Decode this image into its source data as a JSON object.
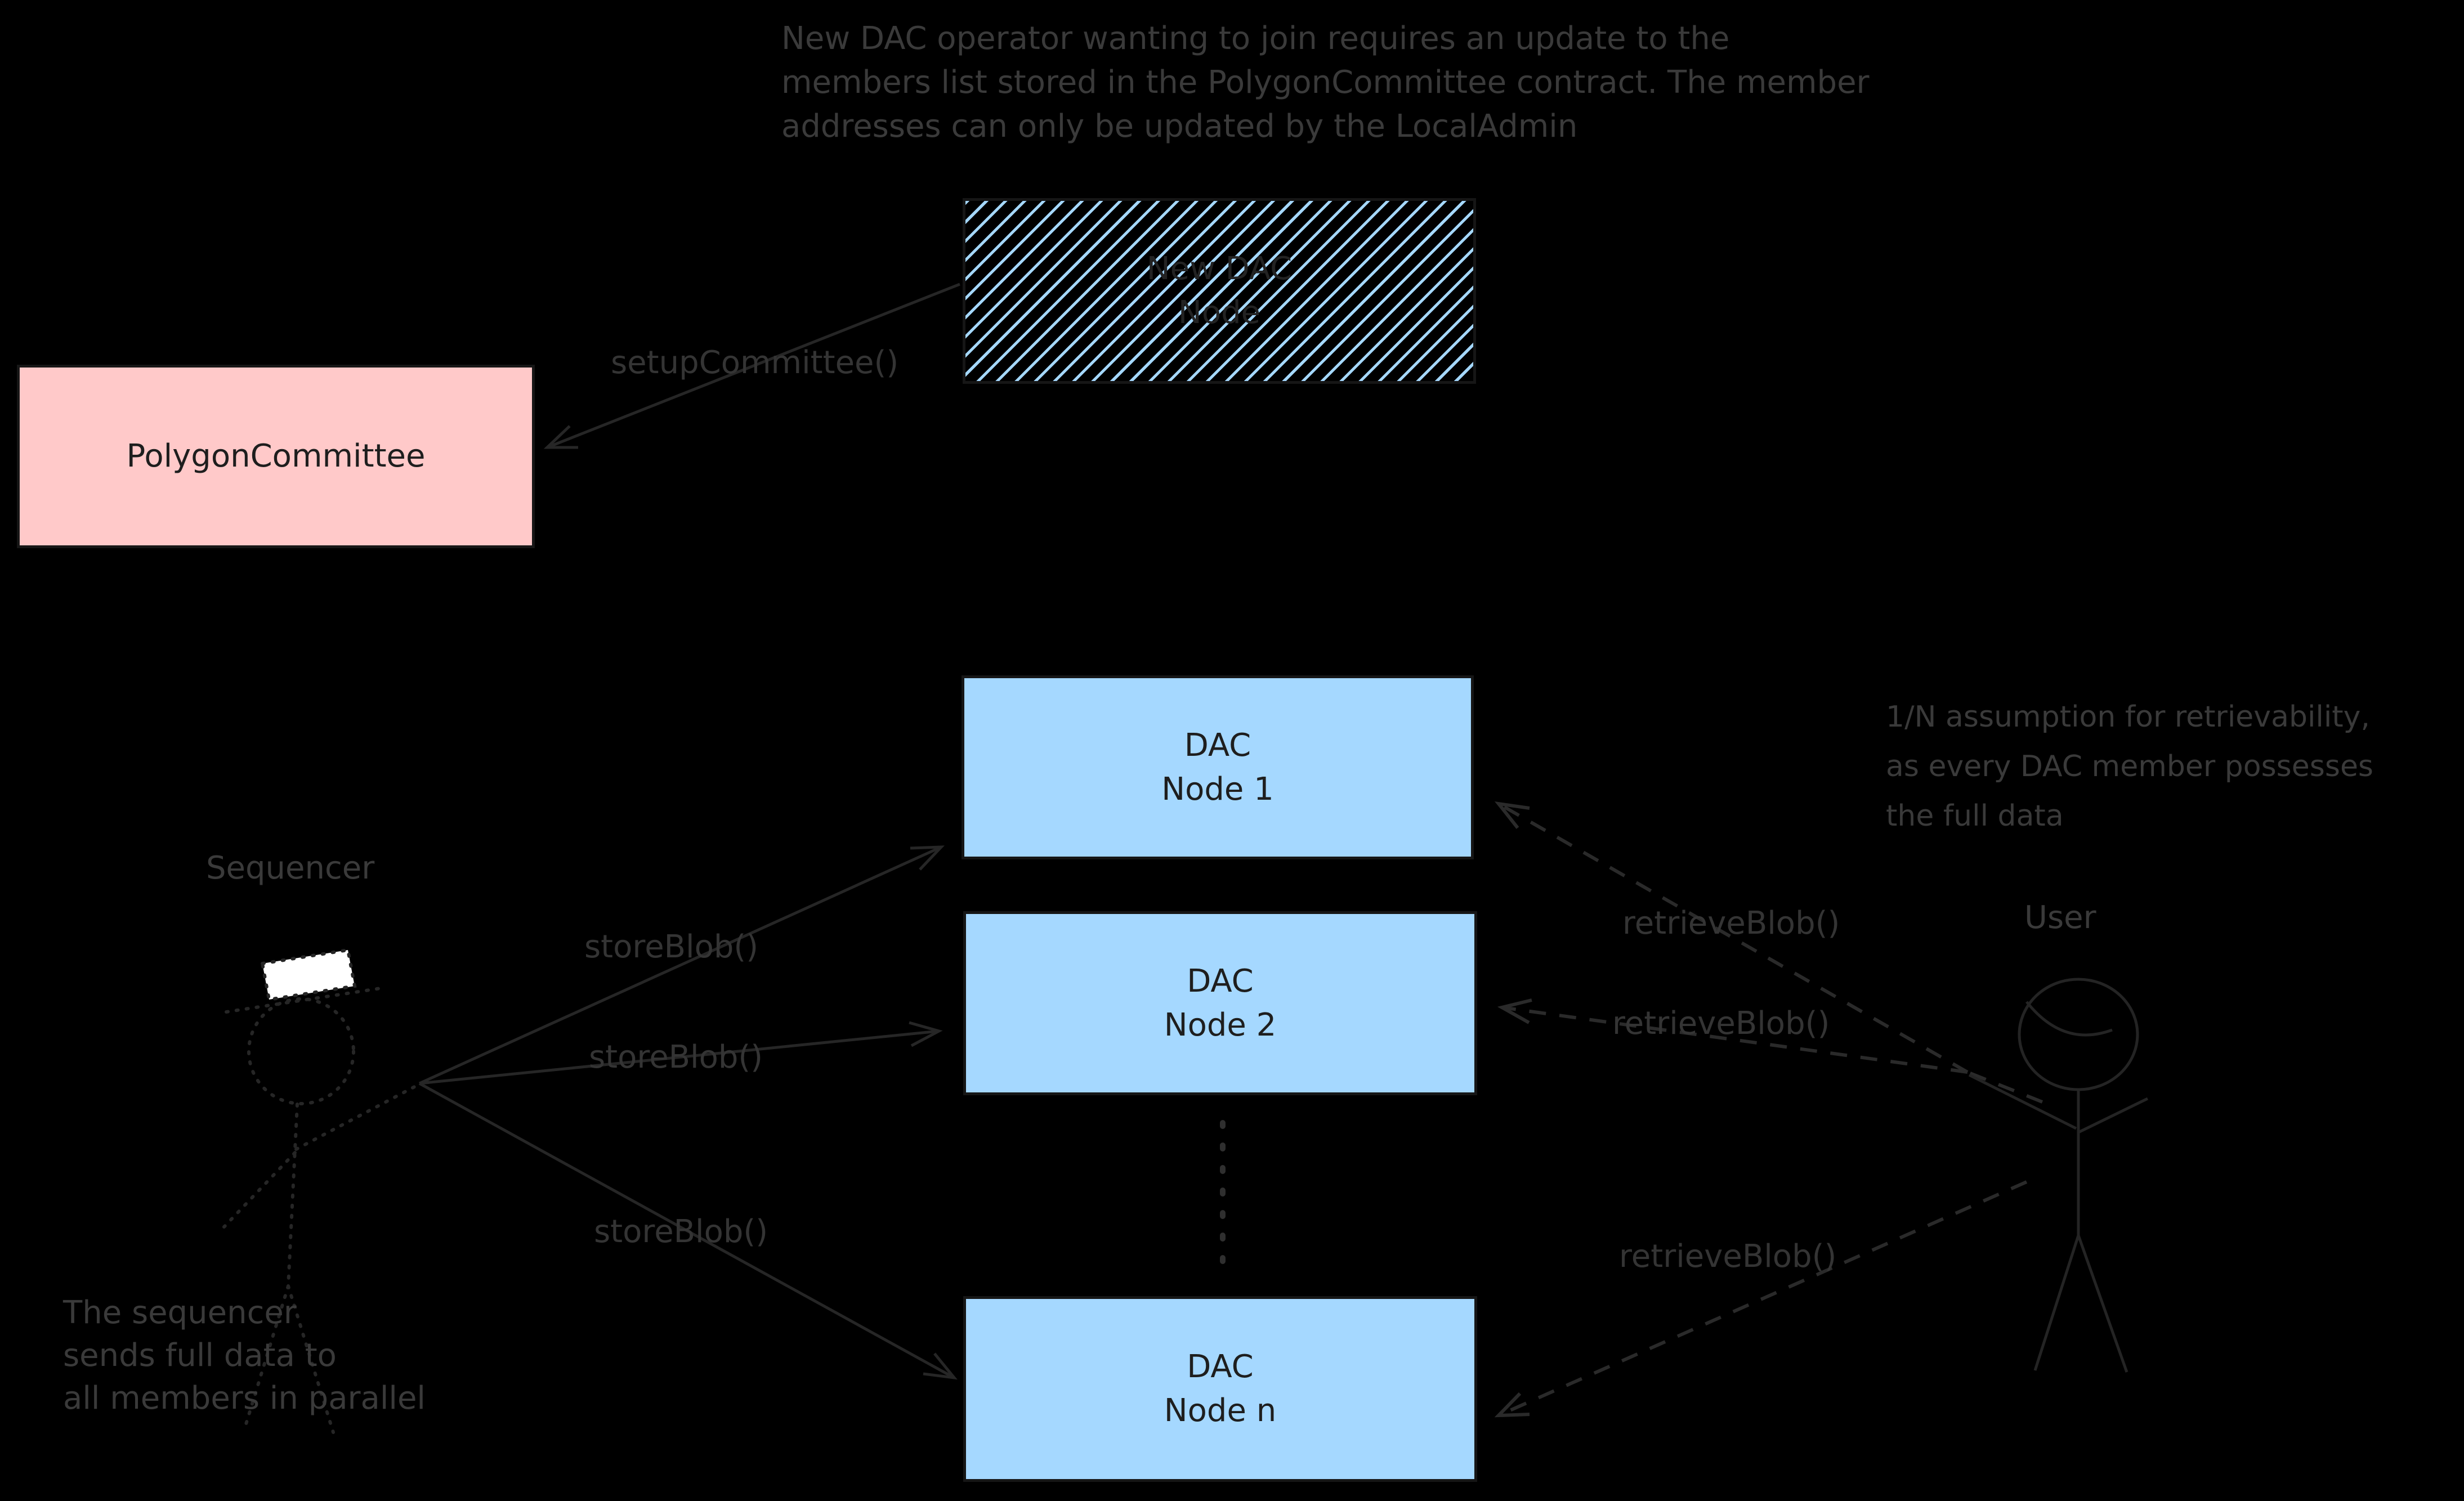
{
  "notes": {
    "top": {
      "lines": [
        "New DAC operator wanting to join requires an update to the",
        "members list stored in the PolygonCommittee contract. The member",
        "addresses can only be updated by the LocalAdmin"
      ]
    },
    "right": {
      "lines": [
        "1/N assumption for retrievability,",
        "as every DAC member possesses",
        "the full data"
      ]
    },
    "bottom_left": {
      "lines": [
        "The sequencer",
        "sends full data to",
        "all members in parallel"
      ]
    }
  },
  "boxes": {
    "new_dac_node": {
      "line1": "New DAC",
      "line2": "Node"
    },
    "polygon_committee": {
      "label": "PolygonCommittee"
    },
    "dac_node_1": {
      "line1": "DAC",
      "line2": "Node 1"
    },
    "dac_node_2": {
      "line1": "DAC",
      "line2": "Node 2"
    },
    "dac_node_n": {
      "line1": "DAC",
      "line2": "Node n"
    }
  },
  "actors": {
    "sequencer": {
      "label": "Sequencer"
    },
    "user": {
      "label": "User"
    }
  },
  "edge_labels": {
    "setup_committee": "setupCommittee()",
    "store_blob_1": "storeBlob()",
    "store_blob_2": "storeBlob()",
    "store_blob_3": "storeBlob()",
    "retrieve_blob_1": "retrieveBlob()",
    "retrieve_blob_2": "retrieveBlob()",
    "retrieve_blob_3": "retrieveBlob()"
  },
  "colors": {
    "background": "#000000",
    "node_blue": "#a5d8ff",
    "committee_pink": "#ffc9c9",
    "ink_dark": "#262626",
    "annotation_gray": "#3a3a3a",
    "hat_white": "#ffffff",
    "box_text": "#1e1e1e"
  }
}
